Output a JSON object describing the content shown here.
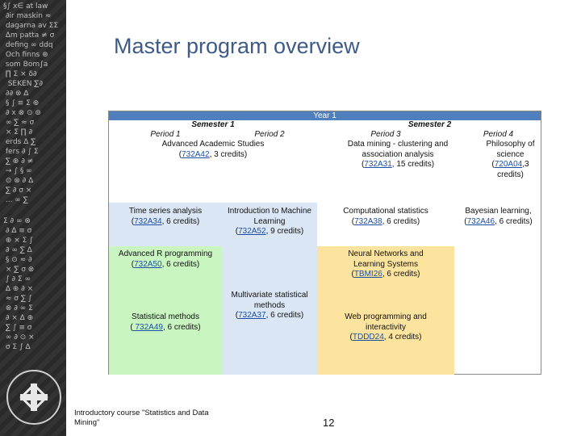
{
  "slide": {
    "title": "Master program overview",
    "page_number": "12",
    "footnote": "Introductory course \"Statistics and Data Mining\""
  },
  "table": {
    "year": "Year 1",
    "semester1": "Semester 1",
    "semester2": "Semester 2",
    "period1": "Period 1",
    "period2": "Period 2",
    "period3": "Period 3",
    "period4": "Period 4",
    "courses": {
      "advanced_academic": {
        "name": "Advanced Academic Studies",
        "code": "732A42",
        "credits": ", 3 credits)"
      },
      "data_mining": {
        "name": "Data mining - clustering and association analysis",
        "code": "732A31",
        "credits": ", 15 credits)"
      },
      "philosophy": {
        "name": "Philosophy of science",
        "code": "720A04",
        "credits": ",3 credits)"
      },
      "time_series": {
        "name": "Time series analysis",
        "code": "732A34",
        "credits": ", 6 credits)"
      },
      "intro_ml": {
        "name": "Introduction to Machine Learning",
        "code": "732A52",
        "credits": ", 9 credits)"
      },
      "comp_stats": {
        "name": "Computational statistics",
        "code": "732A38",
        "credits": ", 6 credits)"
      },
      "bayesian": {
        "name": "Bayesian learning,",
        "code": "732A46",
        "credits": ",  6 credits)"
      },
      "advanced_r": {
        "name": "Advanced R programming",
        "code": "732A50",
        "credits": ", 6 credits)"
      },
      "neural_nets": {
        "name": "Neural Networks and Learning Systems",
        "code": "TBMI26",
        "credits": ", 6 credits)"
      },
      "multivariate": {
        "name": "Multivariate statistical methods",
        "code": "732A37",
        "credits": ", 6 credits)"
      },
      "stat_methods": {
        "name": "Statistical methods",
        "code": " 732A49",
        "credits": ", 6 credits)"
      },
      "web_prog": {
        "name": "Web programming and interactivity",
        "code": "TDDD24",
        "credits": ", 4 credits)"
      }
    }
  }
}
